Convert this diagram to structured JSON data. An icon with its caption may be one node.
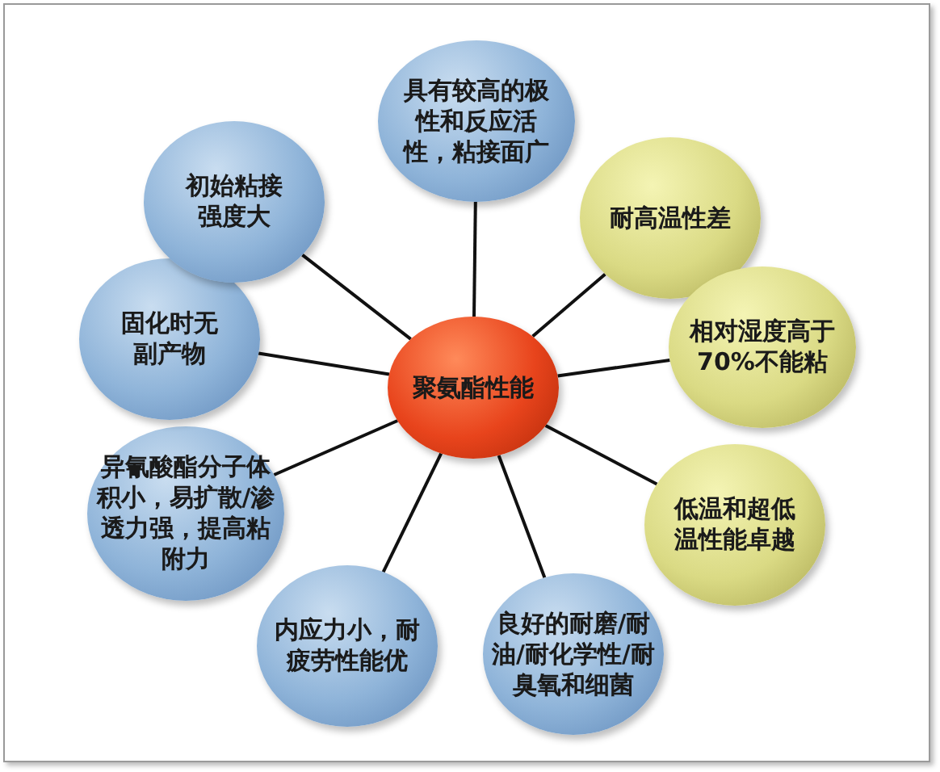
{
  "diagram": {
    "nodes": [
      {
        "text": [
          "聚氨酯性能"
        ]
      },
      {
        "text": [
          "具有较高的极性和反应活性，粘接面广"
        ]
      },
      {
        "text": [
          "耐高温性差"
        ]
      },
      {
        "text": [
          "相对湿度高于70%不能粘"
        ]
      },
      {
        "text": [
          "低温和超低温性能卓越"
        ]
      },
      {
        "text": [
          "良好的耐磨/耐油/耐化学性/耐臭氧和细菌"
        ]
      },
      {
        "text": [
          "内应力小，耐疲劳性能优"
        ]
      },
      {
        "text": [
          "异氰酸酯分子体积小，易扩散/渗透力强，提高粘附力"
        ]
      },
      {
        "text": [
          "固化时无副产物"
        ]
      },
      {
        "text": [
          "初始粘接强度大"
        ]
      }
    ],
    "edges": [
      {
        "from": 0,
        "to": 1,
        "arrow": "none"
      },
      {
        "from": 0,
        "to": 2,
        "arrow": "none"
      },
      {
        "from": 0,
        "to": 3,
        "arrow": "none"
      },
      {
        "from": 0,
        "to": 4,
        "arrow": "none"
      },
      {
        "from": 0,
        "to": 5,
        "arrow": "none"
      },
      {
        "from": 0,
        "to": 6,
        "arrow": "none"
      },
      {
        "from": 0,
        "to": 7,
        "arrow": "none"
      },
      {
        "from": 0,
        "to": 8,
        "arrow": "none"
      },
      {
        "from": 0,
        "to": 9,
        "arrow": "none"
      }
    ]
  }
}
